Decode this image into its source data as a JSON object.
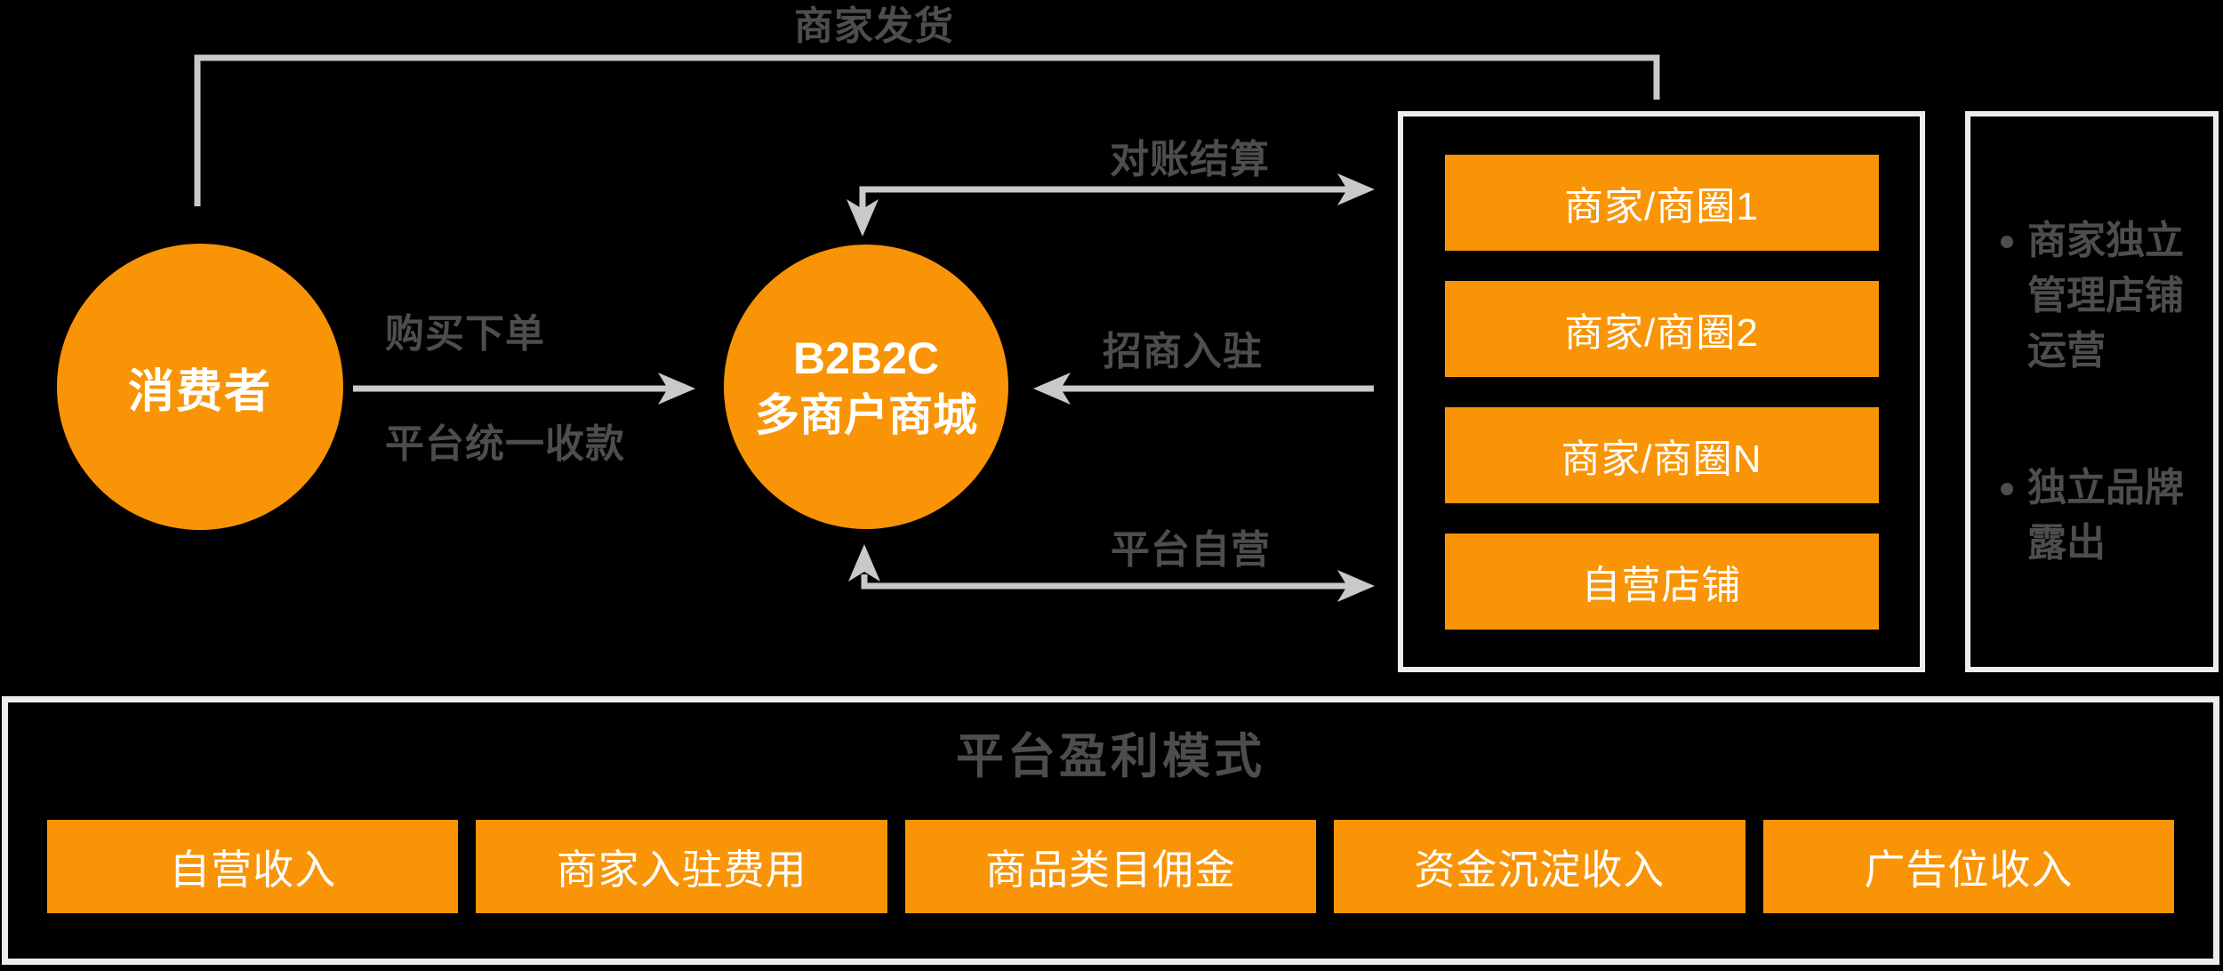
{
  "colors": {
    "background": "#000000",
    "orange": "#F89406",
    "label_gray": "#4D4D4D",
    "line_gray": "#C9C9C9",
    "panel_border": "#EDEDED",
    "node_text": "#FFFFFF"
  },
  "nodes": {
    "consumer": {
      "label": "消费者"
    },
    "mall": {
      "label_line1": "B2B2C",
      "label_line2": "多商户商城"
    }
  },
  "edges": {
    "shipping": {
      "label": "商家发货"
    },
    "purchase": {
      "label": "购买下单"
    },
    "collection": {
      "label": "平台统一收款"
    },
    "settlement": {
      "label": "对账结算"
    },
    "recruitment": {
      "label": "招商入驻"
    },
    "self_operated": {
      "label": "平台自营"
    }
  },
  "merchants_box": {
    "items": [
      "商家/商圈1",
      "商家/商圈2",
      "商家/商圈N",
      "自营店铺"
    ]
  },
  "notes_box": {
    "bullets": [
      "商家独立管理店铺运营",
      "独立品牌露出"
    ]
  },
  "profit_box": {
    "title": "平台盈利模式",
    "items": [
      "自营收入",
      "商家入驻费用",
      "商品类目佣金",
      "资金沉淀收入",
      "广告位收入"
    ]
  }
}
